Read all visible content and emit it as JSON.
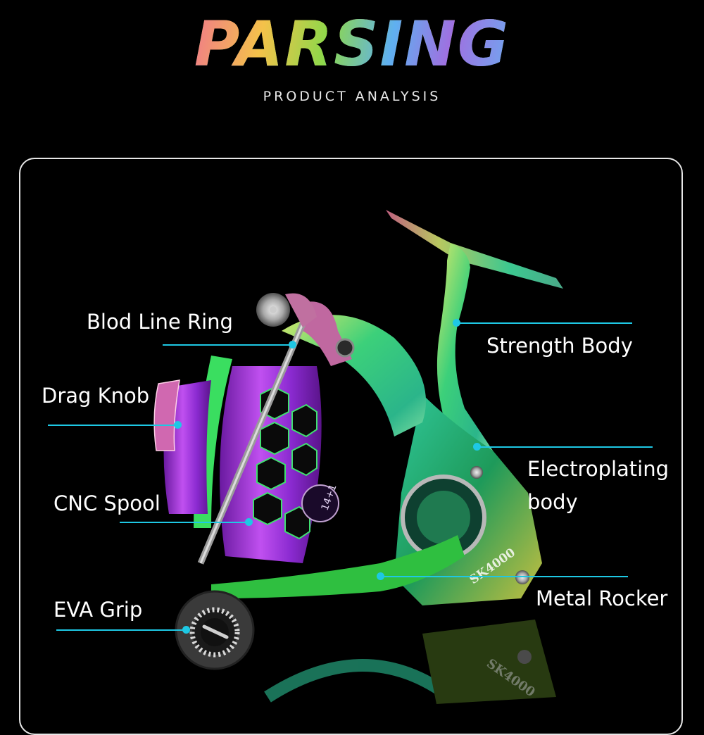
{
  "header": {
    "title": "PARSING",
    "subtitle": "PRODUCT ANALYSIS"
  },
  "product": {
    "model_marking": "SK4000",
    "spool_marking": "14+1",
    "accent_color": "#1ec8e4"
  },
  "callouts": [
    {
      "id": "blod-line-ring",
      "label": "Blod Line Ring",
      "side": "left"
    },
    {
      "id": "drag-knob",
      "label": "Drag Knob",
      "side": "left"
    },
    {
      "id": "cnc-spool",
      "label": "CNC Spool",
      "side": "left"
    },
    {
      "id": "eva-grip",
      "label": "EVA Grip",
      "side": "left"
    },
    {
      "id": "strength-body",
      "label": "Strength Body",
      "side": "right"
    },
    {
      "id": "electroplating-body",
      "label": "Electroplating body",
      "line1": "Electroplating",
      "line2": "body",
      "side": "right"
    },
    {
      "id": "metal-rocker",
      "label": "Metal Rocker",
      "side": "right"
    }
  ]
}
